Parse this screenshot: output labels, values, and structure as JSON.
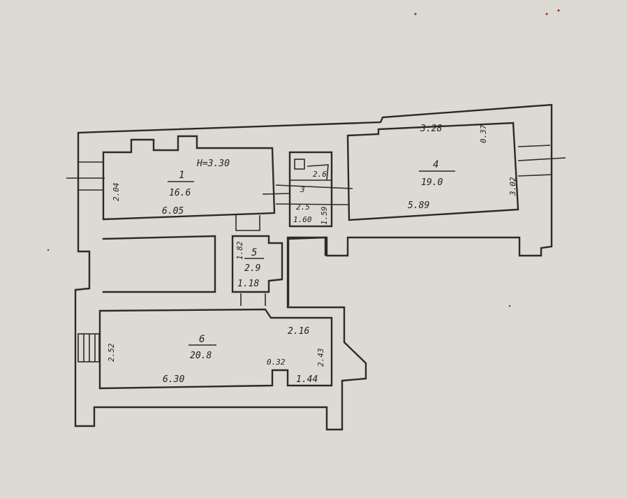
{
  "rooms": {
    "r1": {
      "number": "1",
      "area": "16.6",
      "dims": [
        "H=3.30",
        "2.04",
        "6.05"
      ]
    },
    "r3": {
      "number": "3",
      "area": "2.5",
      "dims": [
        "2.6",
        "1.60",
        "1.59"
      ]
    },
    "r4": {
      "number": "4",
      "area": "19.0",
      "dims": [
        "3.28",
        "0.37",
        "3.02",
        "5.89"
      ]
    },
    "r5": {
      "number": "5",
      "area": "2.9",
      "dims": [
        "1.82",
        "1.18"
      ]
    },
    "r6": {
      "number": "6",
      "area": "20.8",
      "dims": [
        "2.16",
        "2.43",
        "2.52",
        "6.30",
        "0.32",
        "1.44"
      ]
    }
  },
  "colors": {
    "paper": "#dcdad3",
    "ink": "#2a2a2a"
  }
}
